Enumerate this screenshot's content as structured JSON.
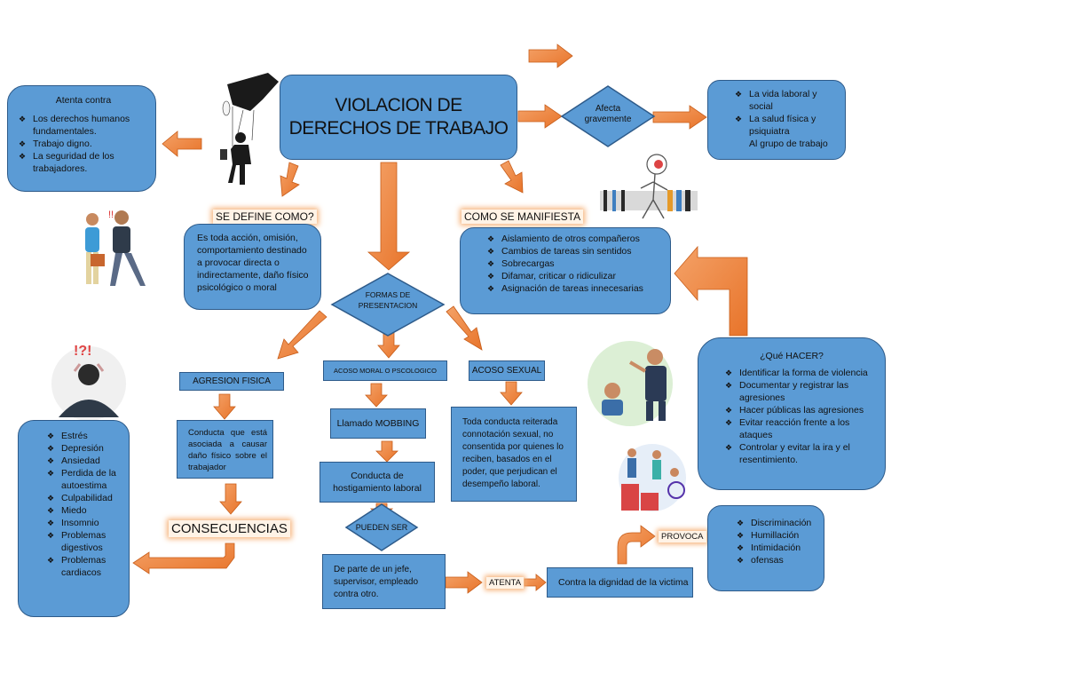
{
  "title": {
    "line1": "VIOLACION DE",
    "line2": "DERECHOS DE TRABAJO"
  },
  "atenta_contra": {
    "heading": "Atenta contra",
    "items": [
      "Los derechos humanos fundamentales.",
      "Trabajo digno.",
      "La seguridad de los trabajadores."
    ]
  },
  "afecta": {
    "line1": "Afecta",
    "line2": "gravemente"
  },
  "afecta_items": [
    "La vida laboral y social",
    "La salud física y psiquiatra"
  ],
  "afecta_extra": "Al grupo de trabajo",
  "se_define": {
    "label": "SE DEFINE COMO?",
    "text": "Es toda acción, omisión, comportamiento destinado a provocar directa o indirectamente, daño físico psicológico o moral"
  },
  "como_manifiesta": {
    "label": "COMO SE MANIFIESTA",
    "items": [
      "Aislamiento de otros compañeros",
      "Cambios de tareas sin sentidos",
      "Sobrecargas",
      "Difamar, criticar o ridiculizar",
      "Asignación de tareas innecesarias"
    ]
  },
  "formas": {
    "line1": "FORMAS DE",
    "line2": "PRESENTACION"
  },
  "agresion_fisica": {
    "label": "AGRESION  FISICA",
    "text": "Conducta que está asociada a causar daño físico sobre el trabajador"
  },
  "acoso_moral": {
    "label": "ACOSO MORAL O PSCOLOGICO",
    "mobbing": "Llamado MOBBING",
    "conducta": "Conducta de hostigamiento laboral"
  },
  "acoso_sexual": {
    "label": "ACOSO SEXUAL",
    "text": "Toda conducta reiterada connotación sexual, no consentida por quienes lo reciben, basados en el poder, que perjudican el desempeño laboral."
  },
  "consecuencias": {
    "label": "CONSECUENCIAS",
    "items": [
      "Estrés",
      "Depresión",
      "Ansiedad",
      "Perdida de la autoestima",
      "Culpabilidad",
      "Miedo",
      "Insomnio",
      "Problemas digestivos",
      "Problemas cardiacos"
    ]
  },
  "pueden_ser": {
    "label": "PUEDEN SER",
    "text": "De parte de un jefe, supervisor, empleado contra otro."
  },
  "atenta": "ATENTA",
  "contra_dignidad": "Contra la dignidad de la victima",
  "provoca": {
    "label": "PROVOCA",
    "items": [
      "Discriminación",
      "Humillación",
      "Intimidación",
      "ofensas"
    ]
  },
  "que_hacer": {
    "heading": "¿Qué HACER?",
    "items": [
      "Identificar la forma de violencia",
      "Documentar y registrar las agresiones",
      "Hacer públicas las agresiones",
      "Evitar reacción frente a los ataques",
      "Controlar y evitar la ira y el resentimiento."
    ]
  },
  "colors": {
    "box": "#5b9bd5",
    "border": "#2e5b8a",
    "arrow": "#ed7d31"
  }
}
